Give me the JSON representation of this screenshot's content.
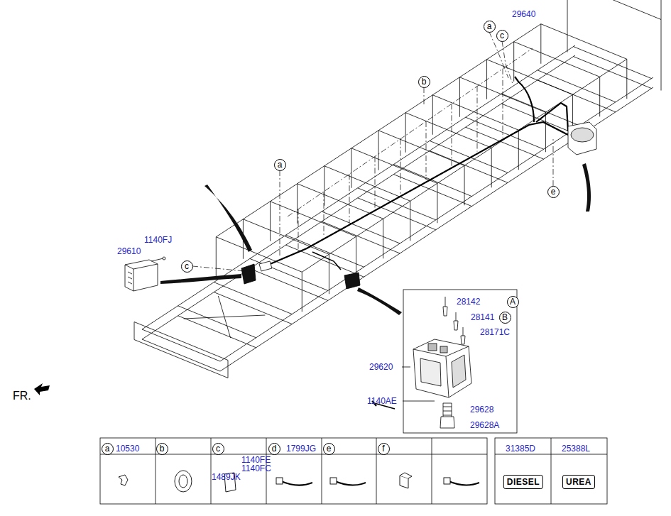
{
  "diagram": {
    "nodes": [
      {
        "text": [
          "a"
        ]
      },
      {
        "text": [
          "c"
        ]
      },
      {
        "text": [
          "b"
        ]
      },
      {
        "text": [
          "a"
        ]
      },
      {
        "text": [
          "c"
        ]
      },
      {
        "text": [
          "e"
        ]
      },
      {
        "text": [
          "A"
        ]
      },
      {
        "text": [
          "B"
        ]
      },
      {
        "text": [
          "a"
        ]
      },
      {
        "text": [
          "b"
        ]
      },
      {
        "text": [
          "c"
        ]
      },
      {
        "text": [
          "d"
        ]
      },
      {
        "text": [
          "e"
        ]
      },
      {
        "text": [
          "f"
        ]
      }
    ],
    "labels": [
      "29640",
      "1140FJ",
      "29610",
      "28142",
      "28141",
      "28171C",
      "29620",
      "1140AE",
      "29628",
      "29628A",
      "FR.",
      "10530",
      "1140FE",
      "1140FC",
      "1489JK",
      "1799JG",
      "31385D",
      "25388L",
      "DIESEL",
      "UREA"
    ]
  }
}
